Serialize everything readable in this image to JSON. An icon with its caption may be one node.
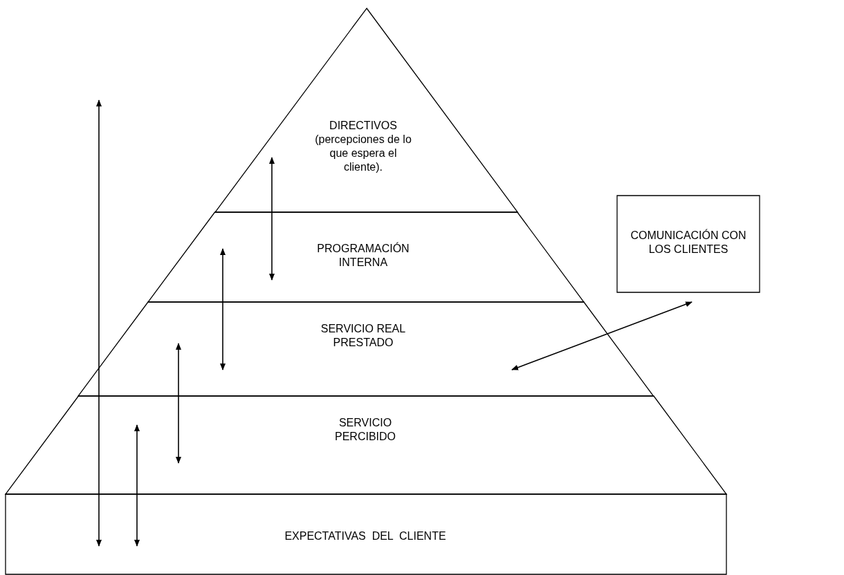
{
  "diagram": {
    "nodes": [
      {
        "text": [
          "DIRECTIVOS",
          "(percepciones de lo que espera el cliente)."
        ]
      },
      {
        "text": [
          "PROGRAMACIÓN INTERNA"
        ]
      },
      {
        "text": [
          "SERVICIO REAL PRESTADO"
        ]
      },
      {
        "text": [
          "SERVICIO PERCIBIDO"
        ]
      },
      {
        "text": [
          "EXPECTATIVAS  DEL  CLIENTE"
        ]
      },
      {
        "text": [
          "COMUNICACIÓN CON LOS CLIENTES"
        ]
      }
    ],
    "edges": [
      {
        "from": 0,
        "to": 1,
        "arrow": "both"
      },
      {
        "from": 1,
        "to": 2,
        "arrow": "both"
      },
      {
        "from": 2,
        "to": 3,
        "arrow": "both"
      },
      {
        "from": 3,
        "to": 4,
        "arrow": "both"
      },
      {
        "from": null,
        "to": 4,
        "arrow": "both"
      },
      {
        "from": 2,
        "to": 5,
        "arrow": "both"
      }
    ]
  }
}
